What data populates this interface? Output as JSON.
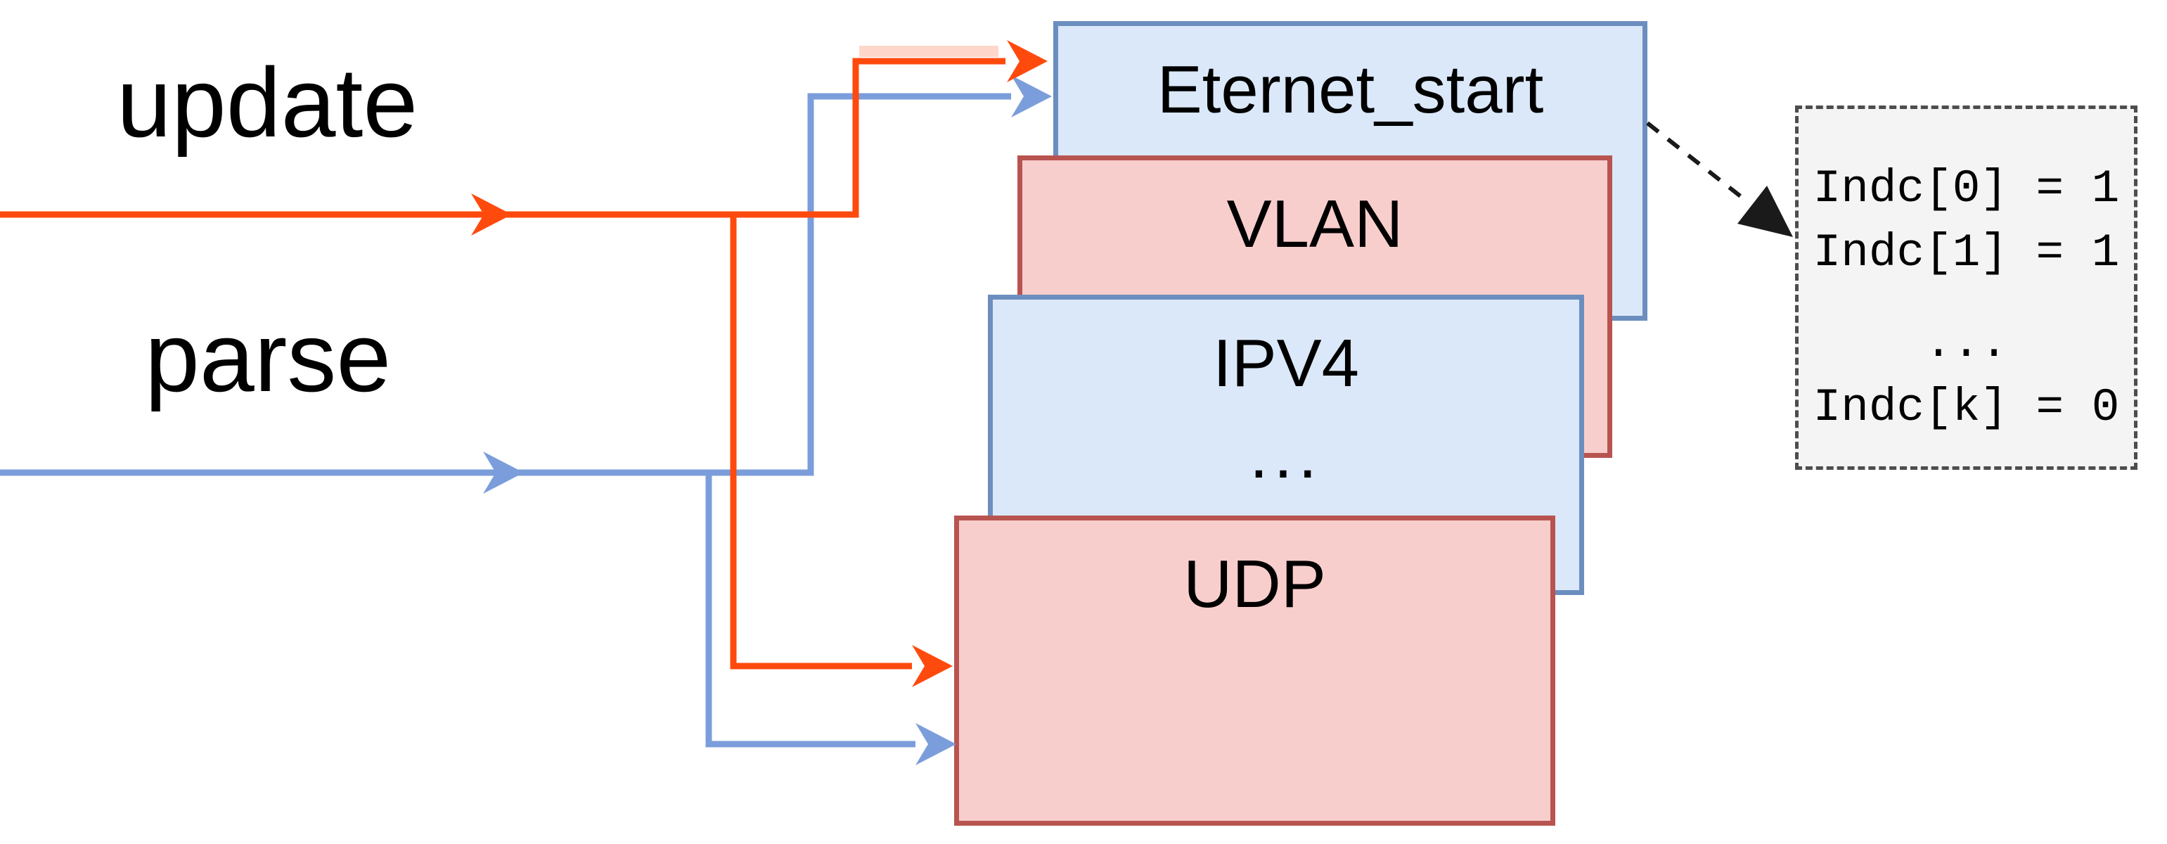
{
  "flow_labels": {
    "update": "update",
    "parse": "parse"
  },
  "boxes": [
    {
      "id": "ethernet-start",
      "label": "Eternet_start",
      "variant": "blue"
    },
    {
      "id": "vlan",
      "label": "VLAN",
      "variant": "red"
    },
    {
      "id": "ipv4",
      "label": "IPV4",
      "sublabel": "...",
      "variant": "blue"
    },
    {
      "id": "udp",
      "label": "UDP",
      "variant": "red"
    }
  ],
  "indicator_box": {
    "lines": [
      "Indc[0] = 1",
      "Indc[1] = 1",
      "...",
      "Indc[k] = 0"
    ]
  },
  "icons": {
    "update_arrow": "right-arrow",
    "parse_arrow": "right-arrow",
    "result_arrow": "dashed-diagonal-arrow"
  },
  "colors": {
    "update-arrow": "#FF4A0D",
    "parse-arrow": "#7B9DDB",
    "blue-box-fill": "#DBE8F9",
    "blue-box-border": "#6C8EBF",
    "red-box-fill": "#F8CECC",
    "red-box-border": "#B85450",
    "indicator-fill": "#F4F4F4",
    "indicator-border": "#4D4D4D",
    "dashed-arrow": "#1A1A1A",
    "text": "#000000"
  }
}
